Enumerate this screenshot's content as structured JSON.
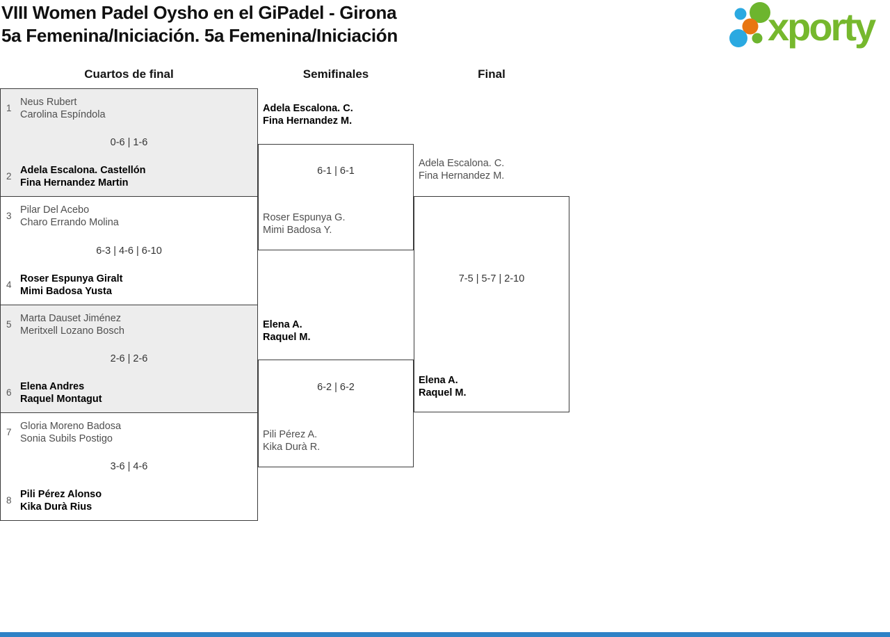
{
  "header": {
    "title_line1": "VIII Women Padel Oysho en el GiPadel - Girona",
    "title_line2": "5a Femenina/Iniciación. 5a Femenina/Iniciación",
    "logo_text": "xporty"
  },
  "rounds": [
    {
      "label": "Cuartos de final"
    },
    {
      "label": "Semifinales"
    },
    {
      "label": "Final"
    }
  ],
  "bracket": {
    "quarterfinals": [
      {
        "seed_top": "1",
        "team_top": [
          "Neus Rubert",
          "Carolina Espíndola"
        ],
        "score": "0-6 | 1-6",
        "seed_bottom": "2",
        "team_bottom": [
          "Adela Escalona. Castellón",
          "Fina Hernandez Martin"
        ],
        "winner": "bottom",
        "shaded": true
      },
      {
        "seed_top": "3",
        "team_top": [
          "Pilar Del Acebo",
          "Charo Errando Molina"
        ],
        "score": "6-3 | 4-6 | 6-10",
        "seed_bottom": "4",
        "team_bottom": [
          "Roser Espunya Giralt",
          "Mimi Badosa Yusta"
        ],
        "winner": "bottom",
        "shaded": false
      },
      {
        "seed_top": "5",
        "team_top": [
          "Marta Dauset Jiménez",
          "Meritxell Lozano Bosch"
        ],
        "score": "2-6 | 2-6",
        "seed_bottom": "6",
        "team_bottom": [
          "Elena Andres",
          "Raquel Montagut"
        ],
        "winner": "bottom",
        "shaded": true
      },
      {
        "seed_top": "7",
        "team_top": [
          "Gloria Moreno Badosa",
          "Sonia Subils Postigo"
        ],
        "score": "3-6 | 4-6",
        "seed_bottom": "8",
        "team_bottom": [
          "Pili Pérez Alonso",
          "Kika Durà Rius"
        ],
        "winner": "bottom",
        "shaded": false
      }
    ],
    "semifinals": [
      {
        "team_top": [
          "Adela Escalona. C.",
          "Fina Hernandez M."
        ],
        "score": "6-1 | 6-1",
        "team_bottom": [
          "Roser Espunya G.",
          "Mimi Badosa Y."
        ],
        "winner": "top"
      },
      {
        "team_top": [
          "Elena A.",
          "Raquel M."
        ],
        "score": "6-2 | 6-2",
        "team_bottom": [
          "Pili Pérez A.",
          "Kika Durà R."
        ],
        "winner": "top"
      }
    ],
    "final": {
      "team_top": [
        "Adela Escalona. C.",
        "Fina Hernandez M."
      ],
      "score": "7-5 | 5-7 | 2-10",
      "team_bottom": [
        "Elena A.",
        "Raquel M."
      ],
      "winner": "bottom"
    }
  },
  "colors": {
    "logo_green": "#76b82d",
    "logo_blue": "#2aa9e1",
    "logo_orange": "#e87611",
    "shaded_box": "#ededed",
    "border": "#3b3b3b",
    "footer_bar": "#2e82c6"
  }
}
